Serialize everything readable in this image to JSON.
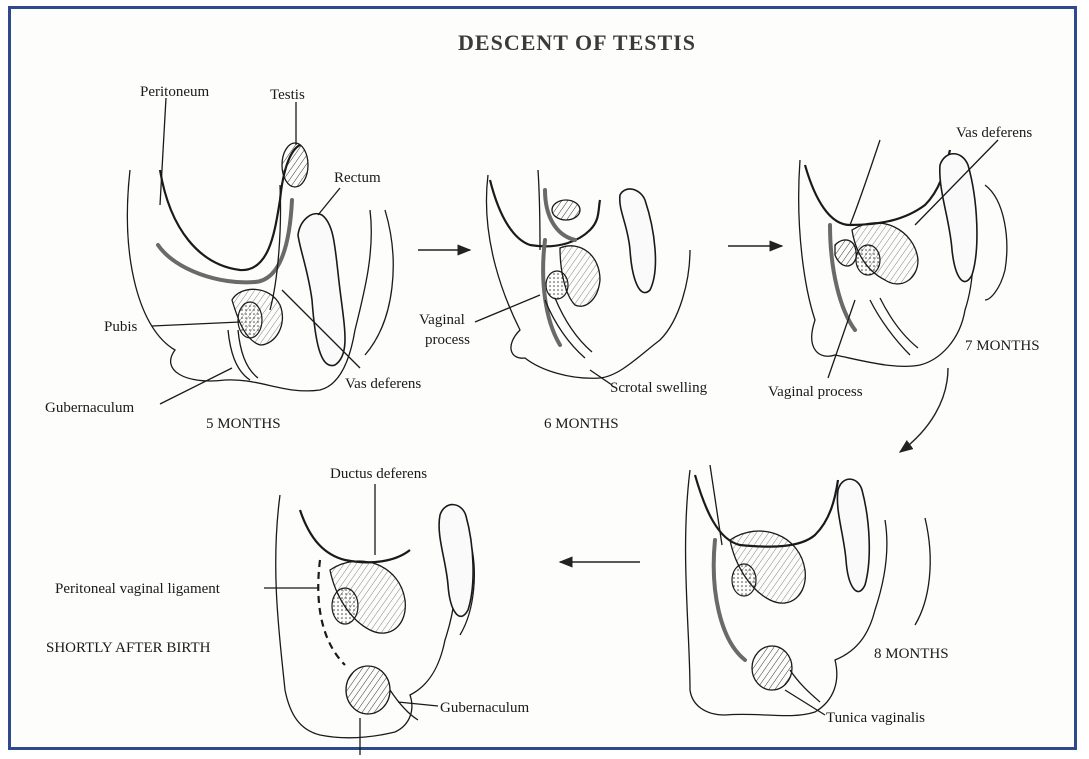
{
  "title": "DESCENT OF TESTIS",
  "stages": {
    "s5": "5 MONTHS",
    "s6": "6 MONTHS",
    "s7": "7 MONTHS",
    "s8": "8 MONTHS",
    "birth": "SHORTLY AFTER BIRTH"
  },
  "labels": {
    "peritoneum": "Peritoneum",
    "testis": "Testis",
    "rectum": "Rectum",
    "pubis": "Pubis",
    "vas_deferens_1": "Vas deferens",
    "gubernaculum_1": "Gubernaculum",
    "vaginal_process_1a": "Vaginal",
    "vaginal_process_1b": "process",
    "scrotal_swelling": "Scrotal swelling",
    "vas_deferens_2": "Vas deferens",
    "vaginal_process_2": "Vaginal process",
    "ductus_deferens": "Ductus deferens",
    "peritoneal_vaginal_ligament": "Peritoneal vaginal ligament",
    "gubernaculum_2": "Gubernaculum",
    "tunica_vaginalis": "Tunica vaginalis"
  },
  "colors": {
    "border": "#2e4a8c",
    "ink": "#1a1a1a",
    "gray": "#6a6a6a"
  }
}
